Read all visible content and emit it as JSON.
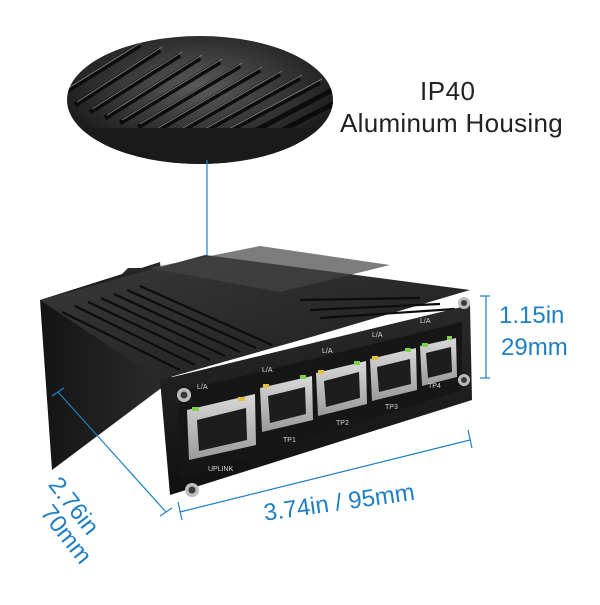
{
  "callout": {
    "line1": "IP40",
    "line2": "Aluminum Housing"
  },
  "dimensions": {
    "height_in": "1.15in",
    "height_mm": "29mm",
    "width": "3.74in / 95mm",
    "depth_in": "2.76in",
    "depth_mm": "70mm"
  },
  "ports": {
    "led_label": "L/A",
    "uplink": "UPLINK",
    "tp1": "TP1",
    "tp2": "TP2",
    "tp3": "TP3",
    "tp4": "TP4"
  },
  "colors": {
    "dimension_lines": "#1f7fc4",
    "housing": "#1a1a1a",
    "led_green": "#7fd04a",
    "led_amber": "#e2c23a"
  }
}
